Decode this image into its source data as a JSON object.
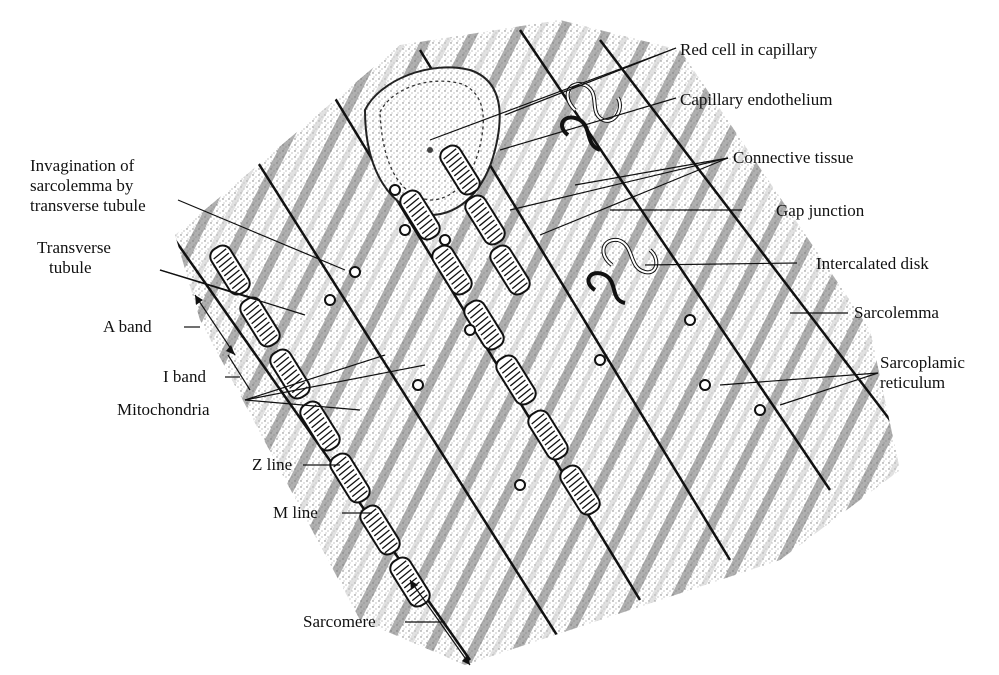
{
  "figure": {
    "labels": {
      "red_cell": "Red cell in capillary",
      "capillary_endothelium": "Capillary endothelium",
      "connective_tissue": "Connective tissue",
      "gap_junction": "Gap junction",
      "intercalated_disk": "Intercalated disk",
      "sarcolemma": "Sarcolemma",
      "sarcoplasmic_reticulum_1": "Sarcoplamic",
      "sarcoplasmic_reticulum_2": "reticulum",
      "invagination_1": "Invagination of",
      "invagination_2": "sarcolemma by",
      "invagination_3": "transverse tubule",
      "transverse_tubule_1": "Transverse",
      "transverse_tubule_2": "tubule",
      "a_band": "A band",
      "i_band": "I band",
      "mitochondria": "Mitochondria",
      "z_line": "Z line",
      "m_line": "M line",
      "sarcomere": "Sarcomere"
    },
    "colors": {
      "ink": "#111111",
      "stipple": "#8a8a8a",
      "band_dark": "#6f6f6f",
      "band_light": "#c9c9c9",
      "paper": "#ffffff"
    }
  }
}
